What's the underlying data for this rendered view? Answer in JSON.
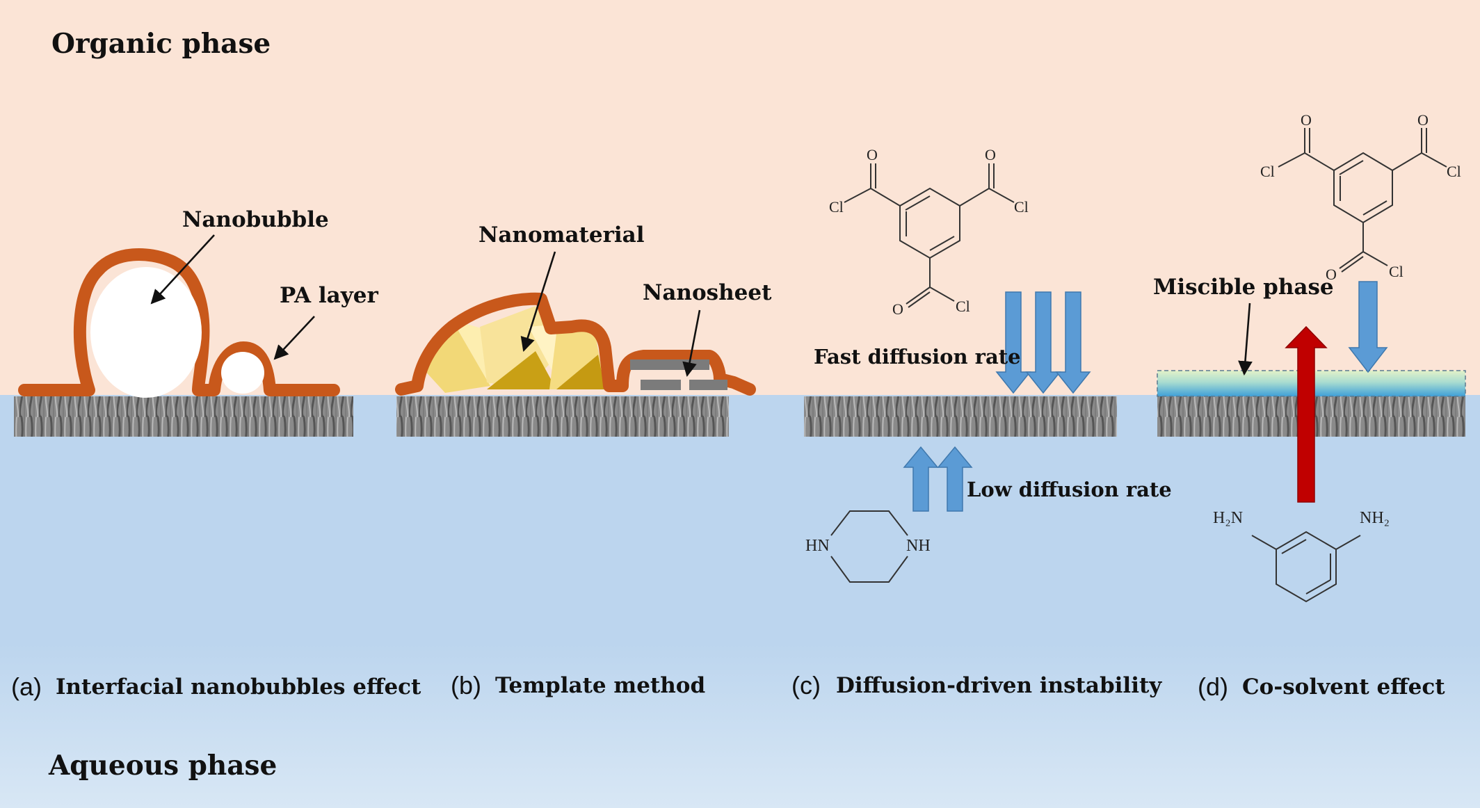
{
  "phases": {
    "organic": "Organic phase",
    "aqueous": "Aqueous phase"
  },
  "panels": [
    {
      "id": "a",
      "letter": "(a)",
      "title": "Interfacial nanobubbles effect",
      "labels": {
        "nanobubble": "Nanobubble",
        "pa_layer": "PA layer"
      }
    },
    {
      "id": "b",
      "letter": "(b)",
      "title": "Template method",
      "labels": {
        "nanomaterial": "Nanomaterial",
        "nanosheet": "Nanosheet"
      }
    },
    {
      "id": "c",
      "letter": "(c)",
      "title": "Diffusion-driven instability",
      "labels": {
        "fast": "Fast diffusion rate",
        "low": "Low diffusion rate"
      }
    },
    {
      "id": "d",
      "letter": "(d)",
      "title": "Co-solvent effect",
      "labels": {
        "miscible": "Miscible phase"
      }
    }
  ],
  "chem": {
    "O": "O",
    "Cl": "Cl",
    "HN": "HN",
    "NH": "NH",
    "H2N": "H₂N",
    "NH2": "NH₂"
  },
  "colors": {
    "organic": "#fbe4d6",
    "aqueous": "#bcd6ee",
    "pa_layer": "#c8581b",
    "blue_arrow": "#5b9bd5",
    "red_arrow": "#c00000"
  }
}
